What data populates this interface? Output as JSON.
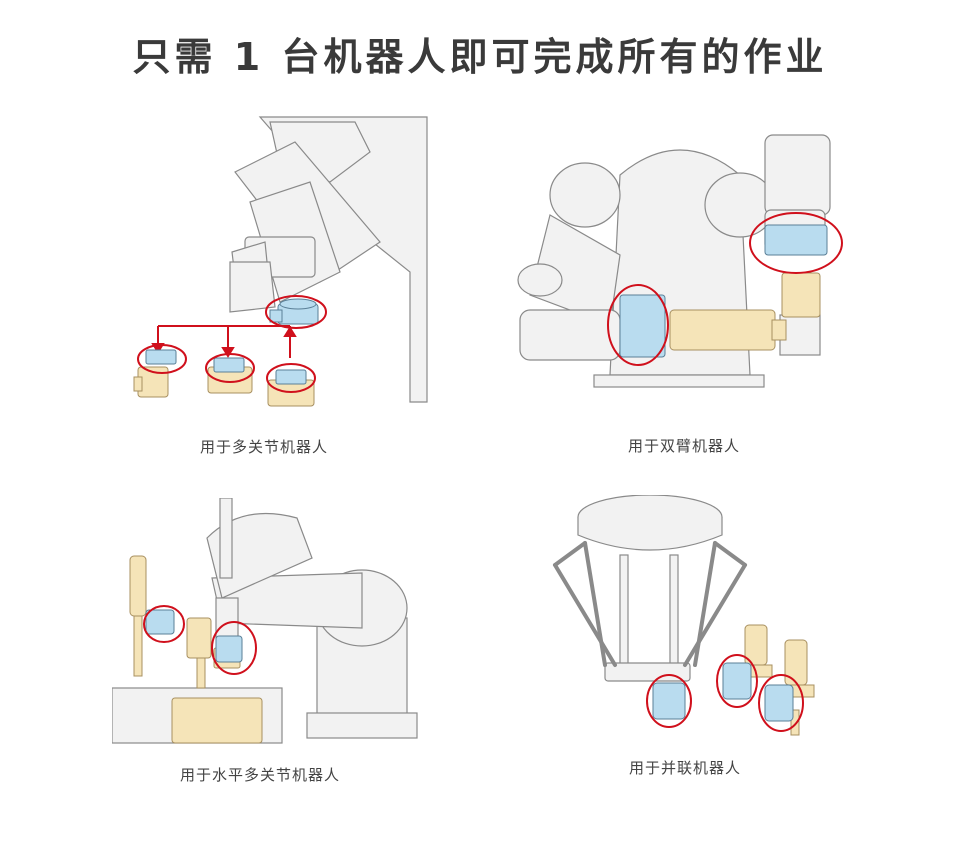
{
  "title": "只需 1 台机器人即可完成所有的作业",
  "panels": [
    {
      "caption": "用于多关节机器人"
    },
    {
      "caption": "用于双臂机器人"
    },
    {
      "caption": "用于水平多关节机器人"
    },
    {
      "caption": "用于并联机器人"
    }
  ],
  "colors": {
    "robot_fill": "#f2f2f2",
    "robot_stroke": "#8a8a8a",
    "tool_fill": "#f5e4b8",
    "tool_stroke": "#a89060",
    "changer_fill": "#b9dcef",
    "changer_stroke": "#5a7f97",
    "highlight": "#d0101c"
  }
}
